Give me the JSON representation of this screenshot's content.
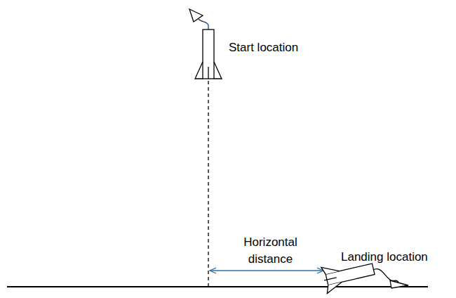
{
  "diagram": {
    "labels": [
      "Start location",
      "Horizontal distance",
      "Landing location"
    ]
  }
}
